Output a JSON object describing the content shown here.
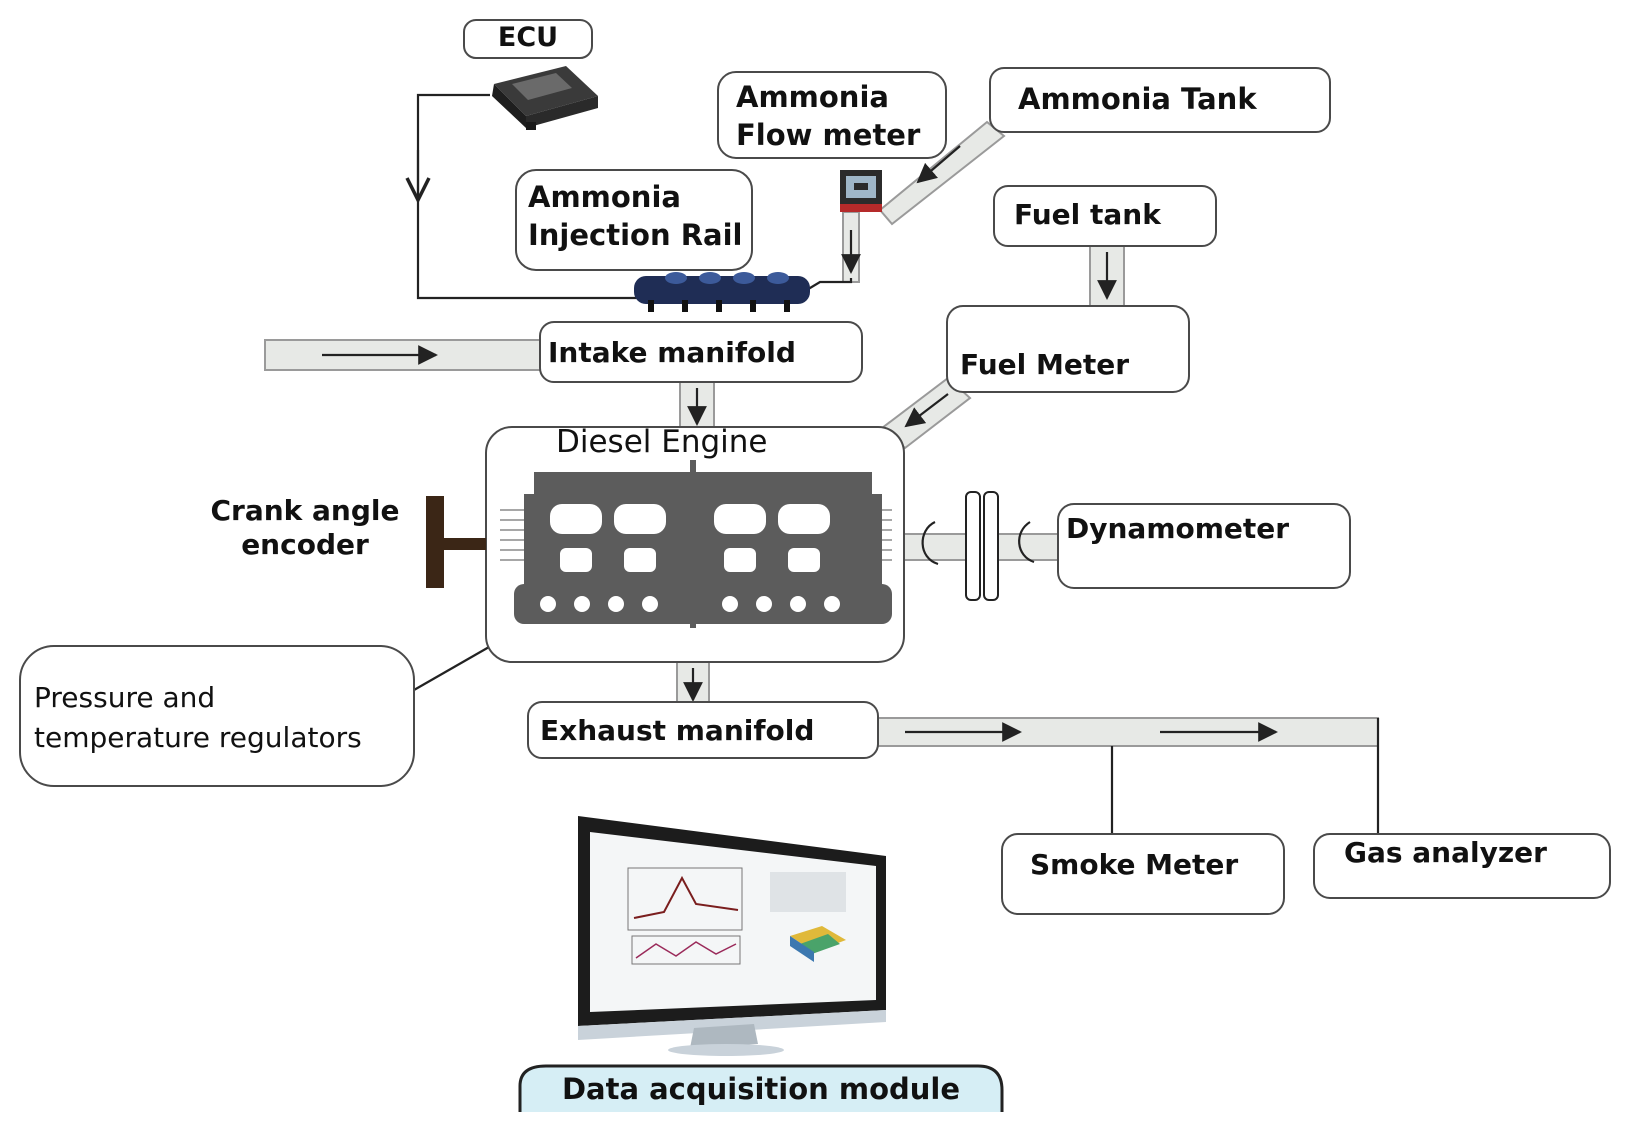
{
  "labels": {
    "ecu": "ECU",
    "ammonia_flow_meter": [
      "Ammonia",
      "Flow meter"
    ],
    "ammonia_tank": "Ammonia Tank",
    "ammonia_injection_rail": [
      "Ammonia",
      "Injection Rail"
    ],
    "fuel_tank": "Fuel tank",
    "intake_manifold": "Intake manifold",
    "fuel_meter": "Fuel Meter",
    "diesel_engine": "Diesel Engine",
    "crank_angle_encoder": [
      "Crank angle",
      "encoder"
    ],
    "dynamometer": "Dynamometer",
    "pressure_temperature_regulators": [
      "Pressure and",
      "temperature regulators"
    ],
    "exhaust_manifold": "Exhaust manifold",
    "smoke_meter": "Smoke Meter",
    "gas_analyzer": "Gas analyzer",
    "data_acquisition_module": "Data acquisition module"
  },
  "icons": {
    "ecu": "ecu-unit-icon",
    "flow_meter": "flow-meter-device-icon",
    "injection_rail": "injection-rail-icon",
    "engine": "engine-block-icon",
    "coupling": "shaft-coupling-icon",
    "monitor": "computer-monitor-icon"
  },
  "colors": {
    "pipe_fill": "#e7e9e6",
    "pipe_stroke": "#9a9a9a",
    "line": "#222222",
    "engine_gray": "#5c5c5c",
    "encoder_brown": "#3b2616",
    "rail_blue": "#1f2d55",
    "monitor_silver": "#c9d2da",
    "data_module_fill": "#d6eef5"
  }
}
